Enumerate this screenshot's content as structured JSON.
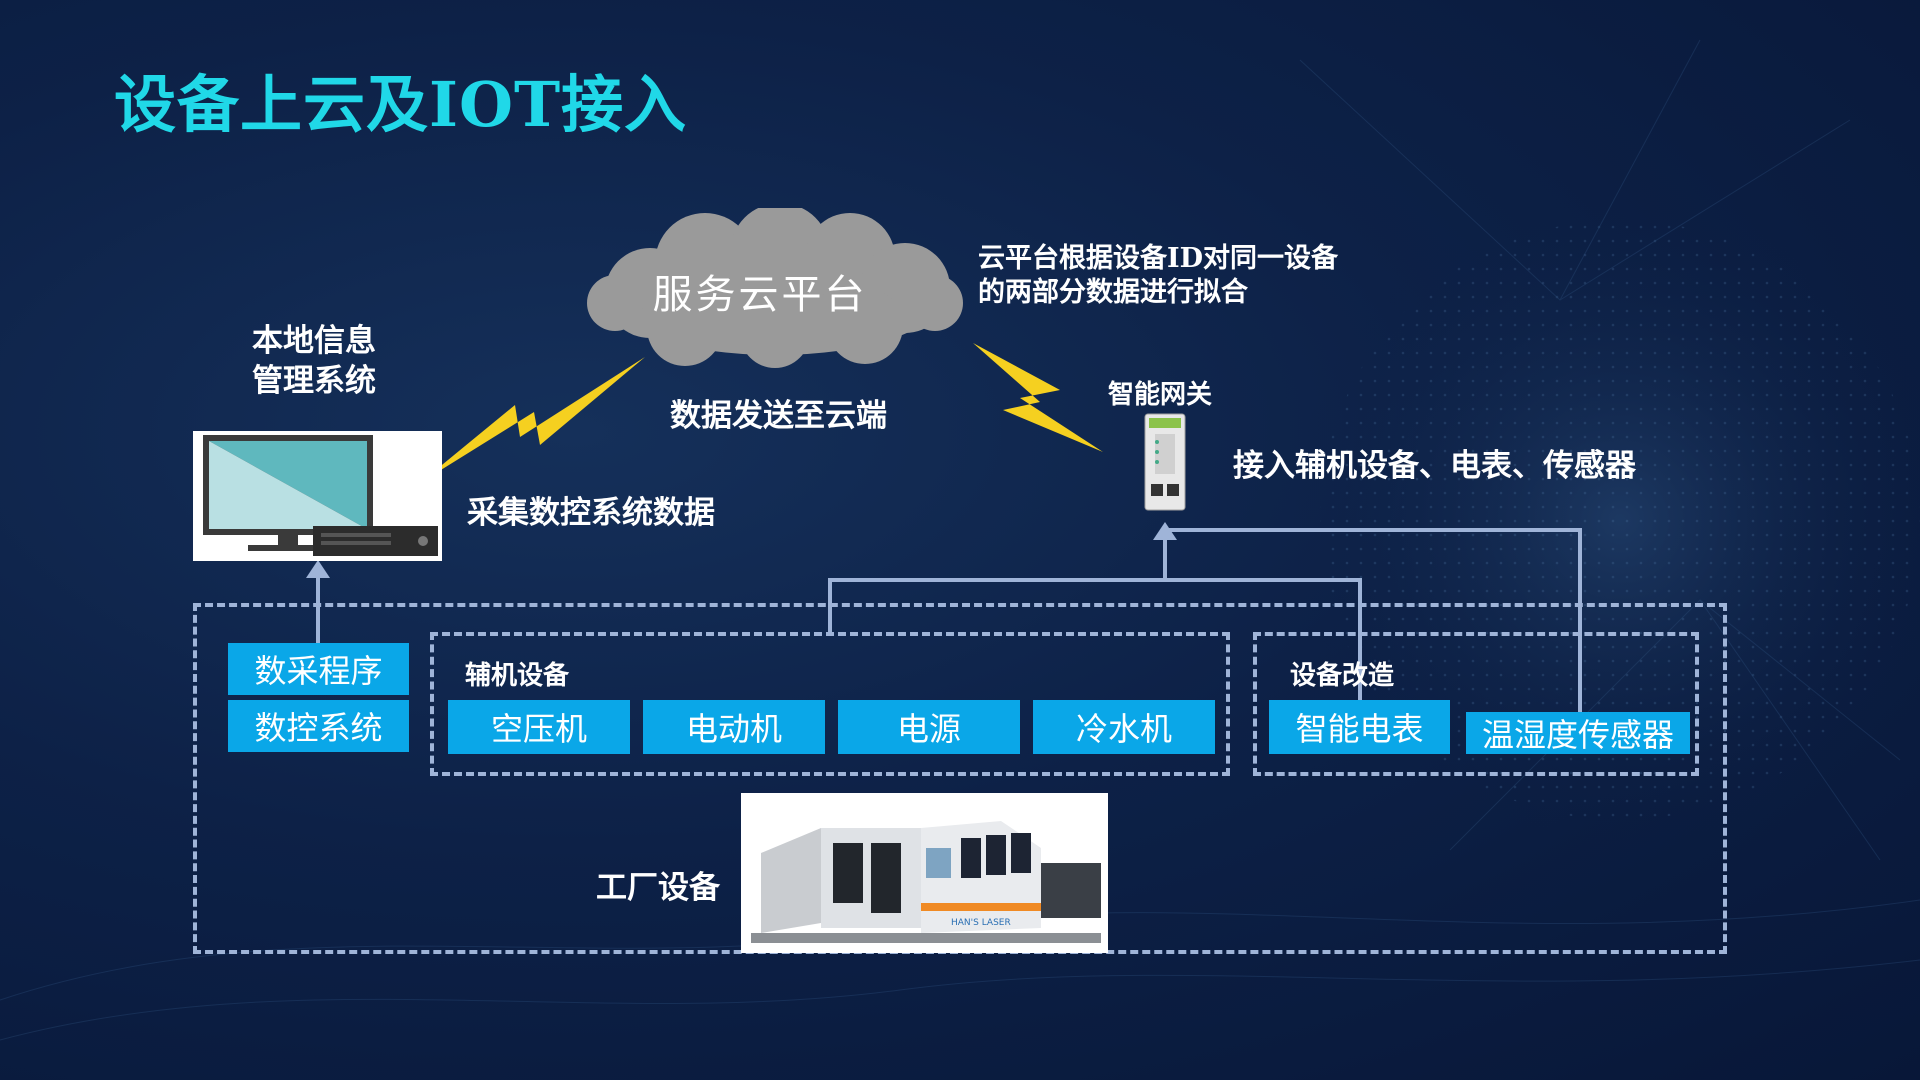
{
  "title": "设备上云及IOT接入",
  "cloud": {
    "label": "服务云平台",
    "note_line1": "云平台根据设备ID对同一设备",
    "note_line2": "的两部分数据进行拟合"
  },
  "local_system": {
    "line1": "本地信息",
    "line2": "管理系统"
  },
  "arrows": {
    "to_cloud_left": "数据发送至云端",
    "collect_cnc": "采集数控系统数据"
  },
  "gateway": {
    "label": "智能网关",
    "note": "接入辅机设备、电表、传感器"
  },
  "left_stack": [
    "数采程序",
    "数控系统"
  ],
  "aux_group": {
    "title": "辅机设备",
    "items": [
      "空压机",
      "电动机",
      "电源",
      "冷水机"
    ]
  },
  "retrofit_group": {
    "title": "设备改造",
    "items": [
      "智能电表",
      "温湿度传感器"
    ]
  },
  "factory": {
    "label": "工厂设备",
    "machine_brand": "HAN'S LASER"
  },
  "colors": {
    "title": "#20d8e8",
    "box": "#0aa7e8",
    "line": "#9fb4d8",
    "bolt": "#f5d020",
    "cloud": "#9a9a9a"
  }
}
